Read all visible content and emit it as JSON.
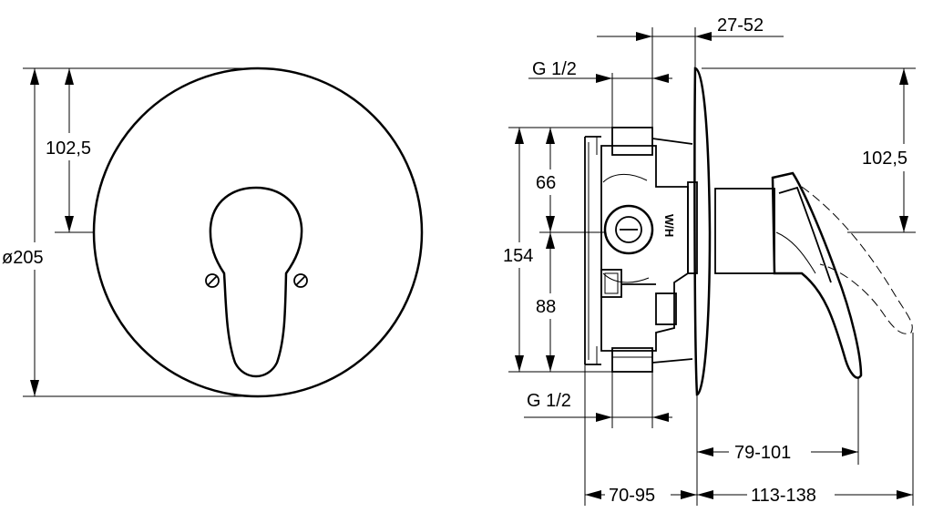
{
  "front_view": {
    "diameter_label": "ø205",
    "height_label": "102,5"
  },
  "side_view": {
    "top_adjust_label": "27-52",
    "top_thread_label": "G 1/2",
    "right_height_label": "102,5",
    "upper_label": "66",
    "total_height_label": "154",
    "lower_label": "88",
    "bottom_thread_label": "G 1/2",
    "lever_reach_label": "79-101",
    "depth_label": "70-95",
    "projection_label": "113-138",
    "body_marking": "W/H"
  }
}
